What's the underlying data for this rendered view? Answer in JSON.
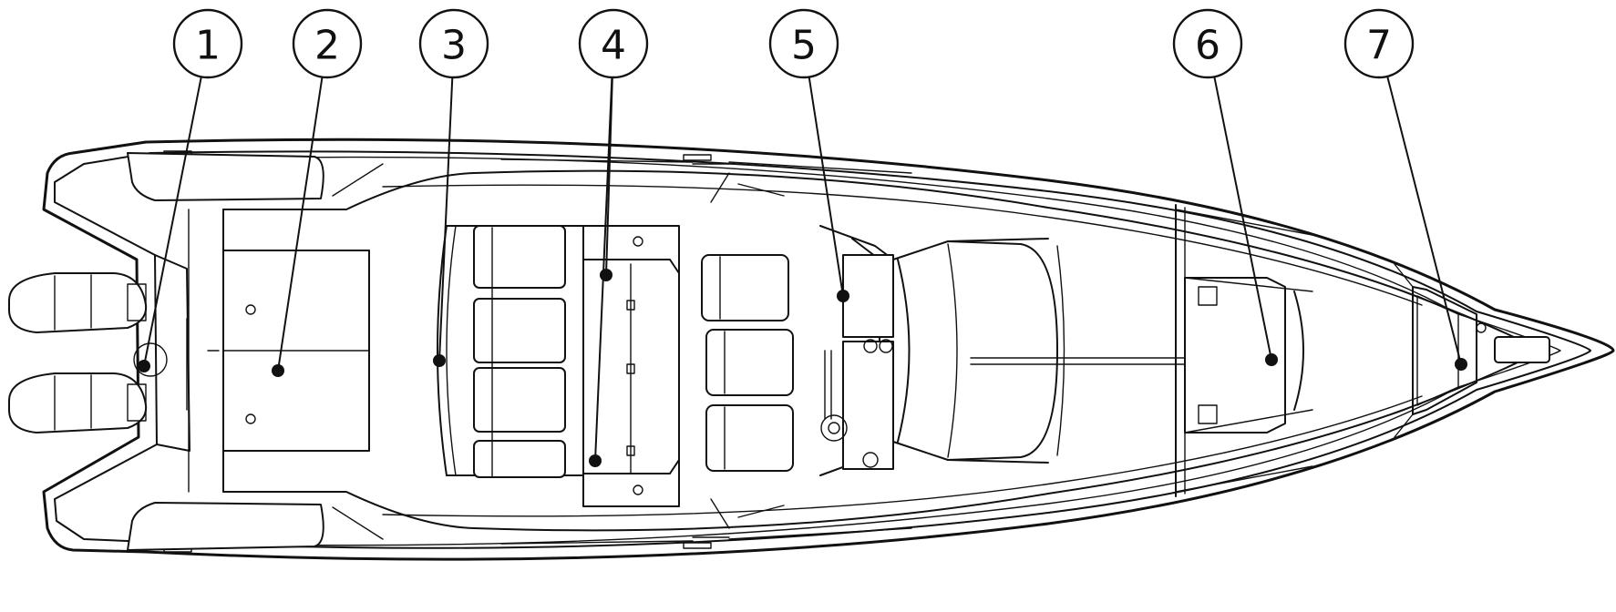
{
  "callouts": [
    {
      "number": "1"
    },
    {
      "number": "2"
    },
    {
      "number": "3"
    },
    {
      "number": "4"
    },
    {
      "number": "5"
    },
    {
      "number": "6"
    },
    {
      "number": "7"
    }
  ]
}
